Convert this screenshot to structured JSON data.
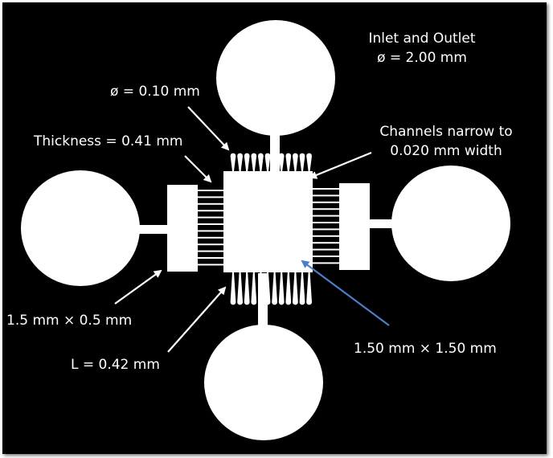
{
  "colors": {
    "background": "#000000",
    "chip": "#ffffff",
    "arrow_default": "#ffffff",
    "arrow_highlight": "#4a7ec6"
  },
  "labels": {
    "inlet_outlet_line1": "Inlet and Outlet",
    "inlet_outlet_line2": "ø = 2.00 mm",
    "pillar_diameter": "ø = 0.10 mm",
    "thickness": "Thickness = 0.41 mm",
    "channels_line1": "Channels narrow to",
    "channels_line2": "0.020 mm width",
    "side_chamber": "1.5 mm × 0.5 mm",
    "central_chamber": "1.50 mm × 1.50 mm",
    "channel_length": "L = 0.42 mm"
  }
}
